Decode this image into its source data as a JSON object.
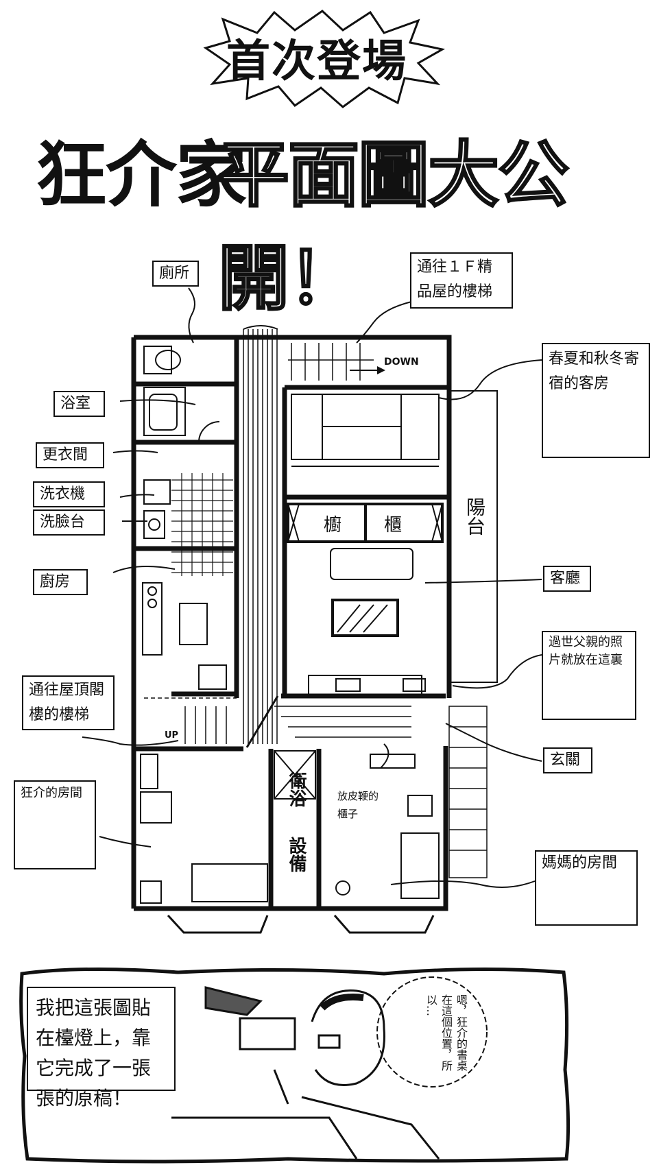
{
  "banner": {
    "text": "首次登場"
  },
  "headline": {
    "part1": "狂介家",
    "part2": "平面圖大公開！"
  },
  "plan": {
    "down_label": "DOWN",
    "up_label": "UP",
    "balcony": "陽台",
    "cabinet_1": "櫥",
    "cabinet_2": "櫃",
    "bath_room": "衛浴",
    "equipment": "設備",
    "whip_cabinet": "放皮鞭的櫃子"
  },
  "labels": {
    "toilet": "廁所",
    "stairs_1f": "通往１Ｆ精品屋的樓梯",
    "guest_room": "春夏和秋冬寄宿的客房",
    "bathroom": "浴室",
    "dressing": "更衣間",
    "washer": "洗衣機",
    "washbasin": "洗臉台",
    "living": "客廳",
    "kitchen": "廚房",
    "father_photo": "過世父親的照片就放在這裏",
    "attic_stairs": "通往屋頂閣樓的樓梯",
    "entrance": "玄關",
    "kyosuke_room": "狂介的房間",
    "mother_room": "媽媽的房間"
  },
  "panel": {
    "caption": "我把這張圖貼在檯燈上，靠它完成了一張張的原稿！",
    "thought": "嗯，狂介的書桌在這個位置，所以…"
  }
}
